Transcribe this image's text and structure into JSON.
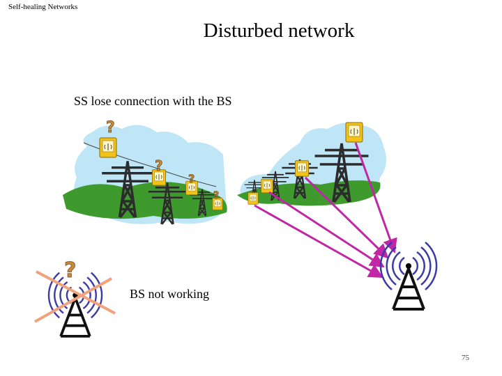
{
  "header": {
    "text": "Self-healing Networks"
  },
  "slide": {
    "title": "Disturbed network",
    "subtitle": "SS lose connection with the BS",
    "bs_label": "BS not working",
    "page_number": "75"
  },
  "diagram": {
    "unknown_symbol": "?",
    "colors": {
      "sky": "#bfe6f7",
      "grass": "#3f9a2e",
      "tower": "#2c2c2c",
      "ss_box": "#f2c21b",
      "link_arrow": "#c026a6",
      "radio_wave": "#3a3aa8",
      "cross": "#f0a27a"
    },
    "icons": [
      "power-line-tower-icon",
      "subscriber-station-icon",
      "base-station-antenna-icon",
      "question-mark-icon",
      "broken-cross-icon"
    ]
  }
}
